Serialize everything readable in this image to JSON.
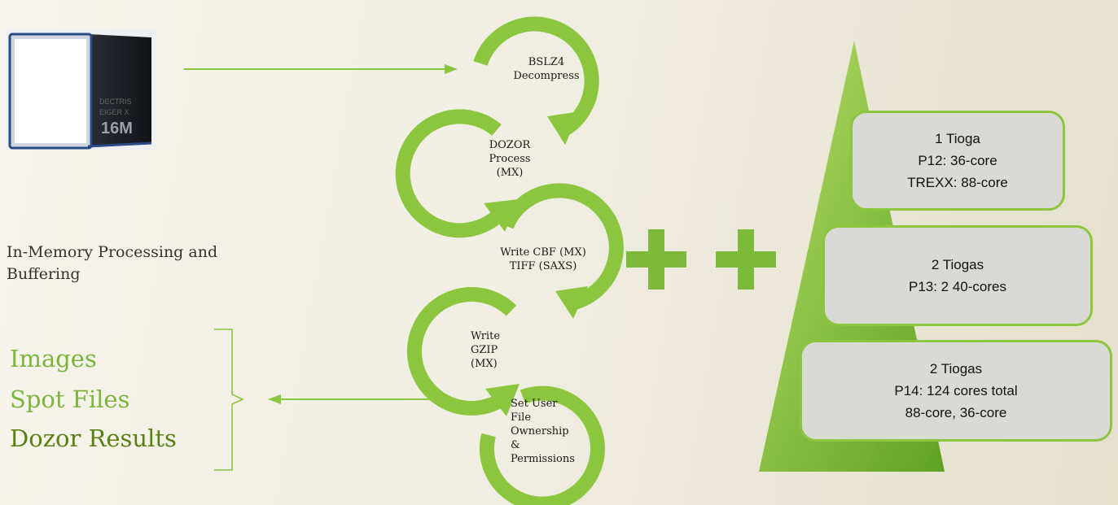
{
  "detector": {
    "image_text": [
      "DECTRIS",
      "EIGER X",
      "16M"
    ]
  },
  "pipeline": {
    "steps": [
      {
        "label": "BSLZ4\nDecompress"
      },
      {
        "label": "DOZOR\nProcess\n(MX)"
      },
      {
        "label": "Write CBF (MX)\nTIFF (SAXS)"
      },
      {
        "label": "Write\nGZIP\n(MX)"
      },
      {
        "label": "Set User\nFile\nOwnership\n&\nPermissions"
      }
    ]
  },
  "in_memory_label": "In-Memory Processing and Buffering",
  "outputs": [
    "Images",
    "Spot Files",
    "Dozor Results"
  ],
  "tiers": [
    {
      "lines": [
        "1 Tioga",
        "P12: 36-core",
        "TREXX: 88-core"
      ]
    },
    {
      "lines": [
        "2 Tiogas",
        "P13: 2 40-cores"
      ]
    },
    {
      "lines": [
        "2 Tiogas",
        "P14: 124 cores total",
        "88-core, 36-core"
      ]
    }
  ],
  "colors": {
    "accent": "#8cc63f",
    "dark_green": "#5b7f12",
    "box_fill": "#d9d9d5"
  },
  "icons": [
    "plus-icon",
    "plus-icon"
  ]
}
